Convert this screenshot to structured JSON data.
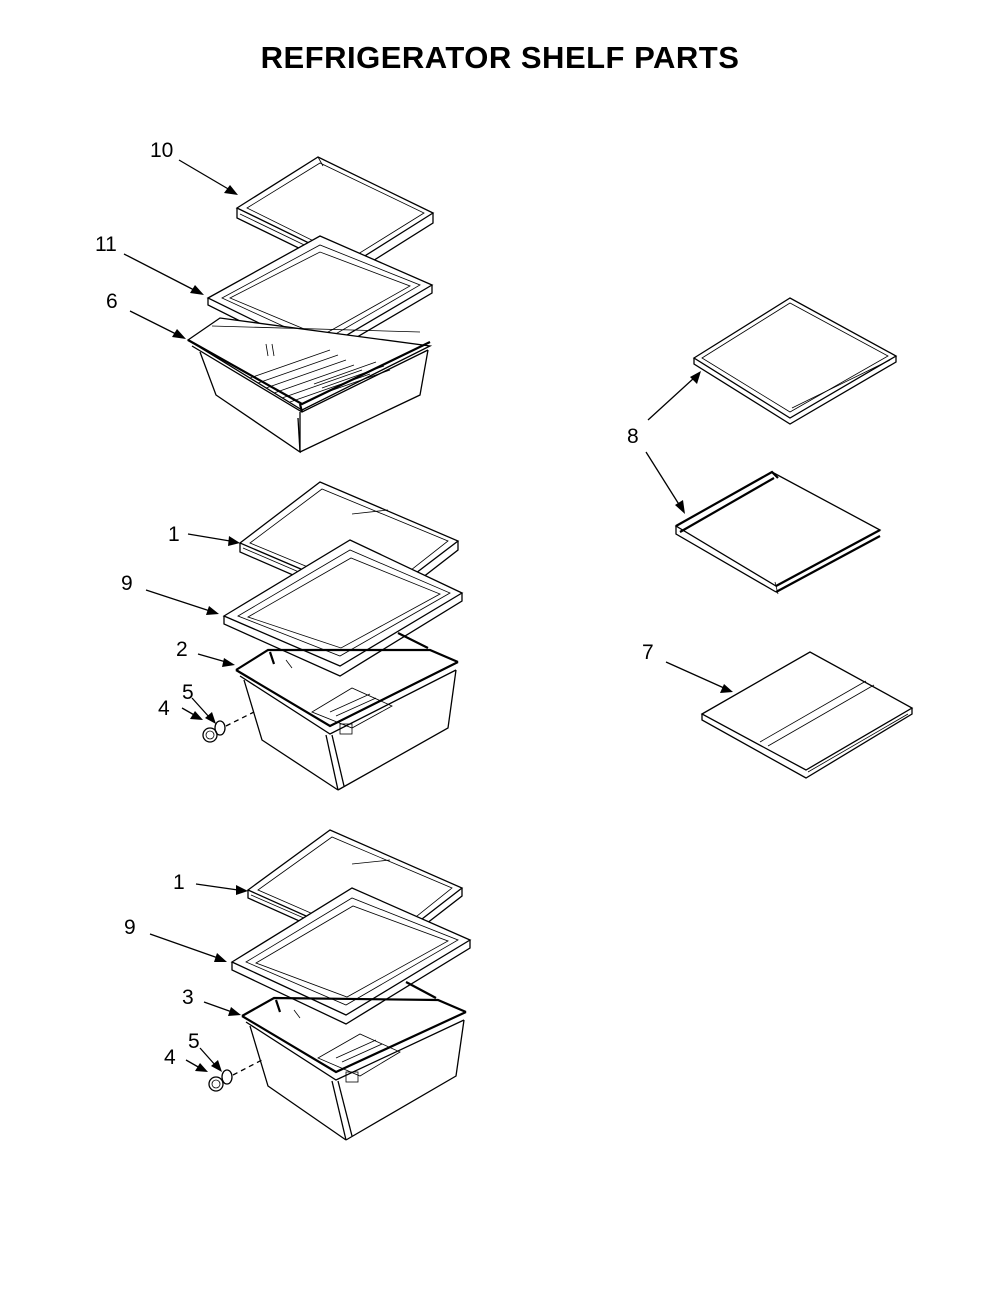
{
  "title": "REFRIGERATOR SHELF PARTS",
  "callouts": {
    "c10": "10",
    "c11": "11",
    "c6": "6",
    "c1a": "1",
    "c9a": "9",
    "c2": "2",
    "c5a": "5",
    "c4a": "4",
    "c1b": "1",
    "c9b": "9",
    "c3": "3",
    "c5b": "5",
    "c4b": "4",
    "c8": "8",
    "c7": "7"
  }
}
